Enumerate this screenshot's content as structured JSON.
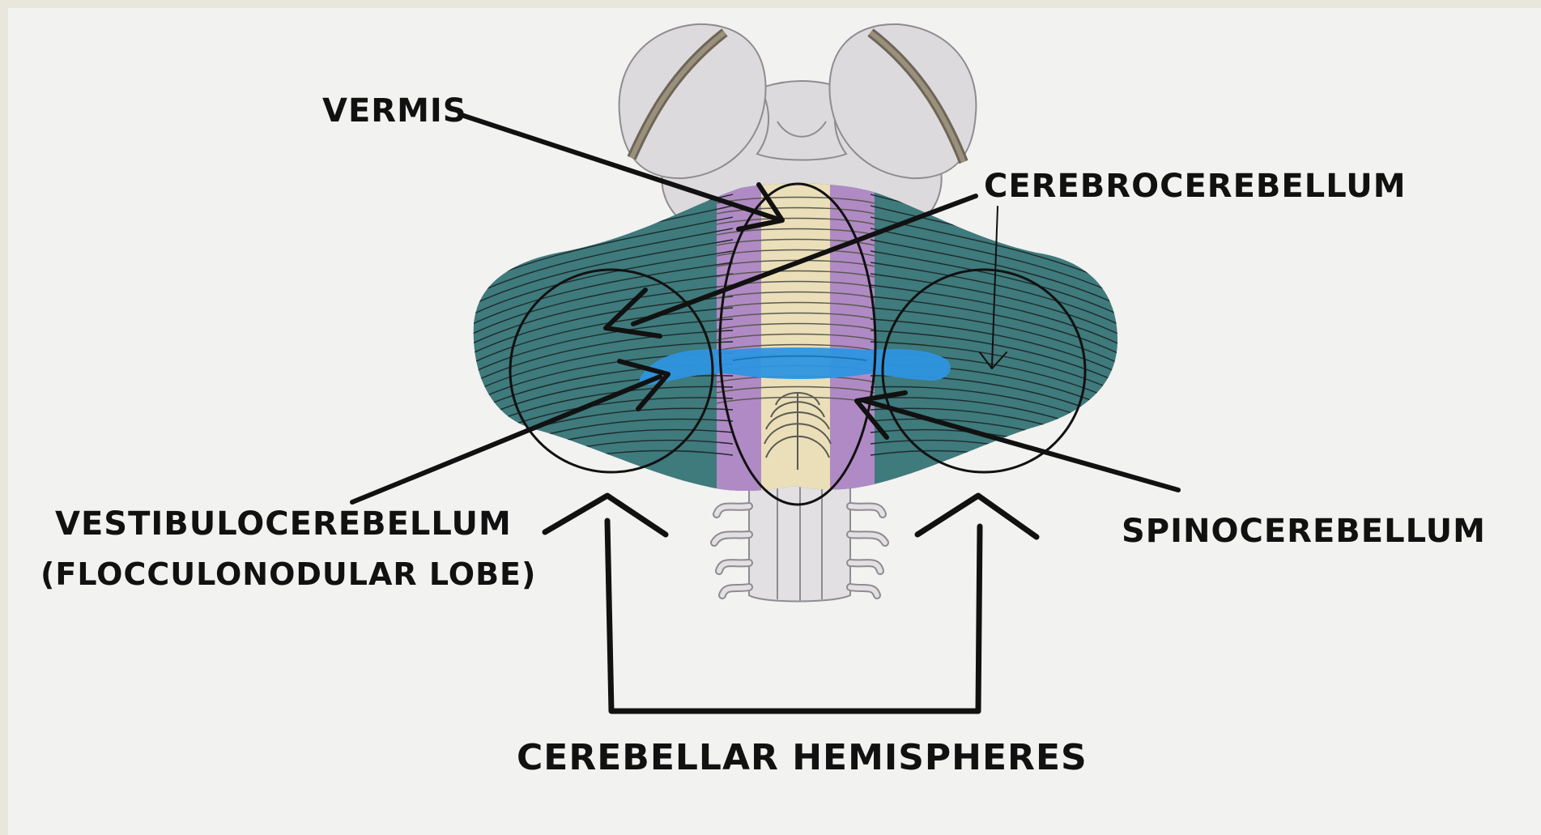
{
  "labels": {
    "vermis": "VERMIS",
    "cerebrocerebellum": "CEREBROCEREBELLUM",
    "vestibulocerebellum": "VESTIBULOCEREBELLUM",
    "flocculonodular": "(FLOCCULONODULAR LOBE)",
    "spinocerebellum": "SPINOCEREBELLUM",
    "hemispheres": "CEREBELLAR HEMISPHERES"
  },
  "colors": {
    "background": "#f2f2f0",
    "hemisphere_teal": "#3f7a7c",
    "spinocerebellum_purple": "#b08ac4",
    "vermis_cream": "#eadfb8",
    "flocculonodular_blue": "#2e95e0",
    "brainstem_gray": "#dcdadd",
    "ink": "#111111"
  }
}
